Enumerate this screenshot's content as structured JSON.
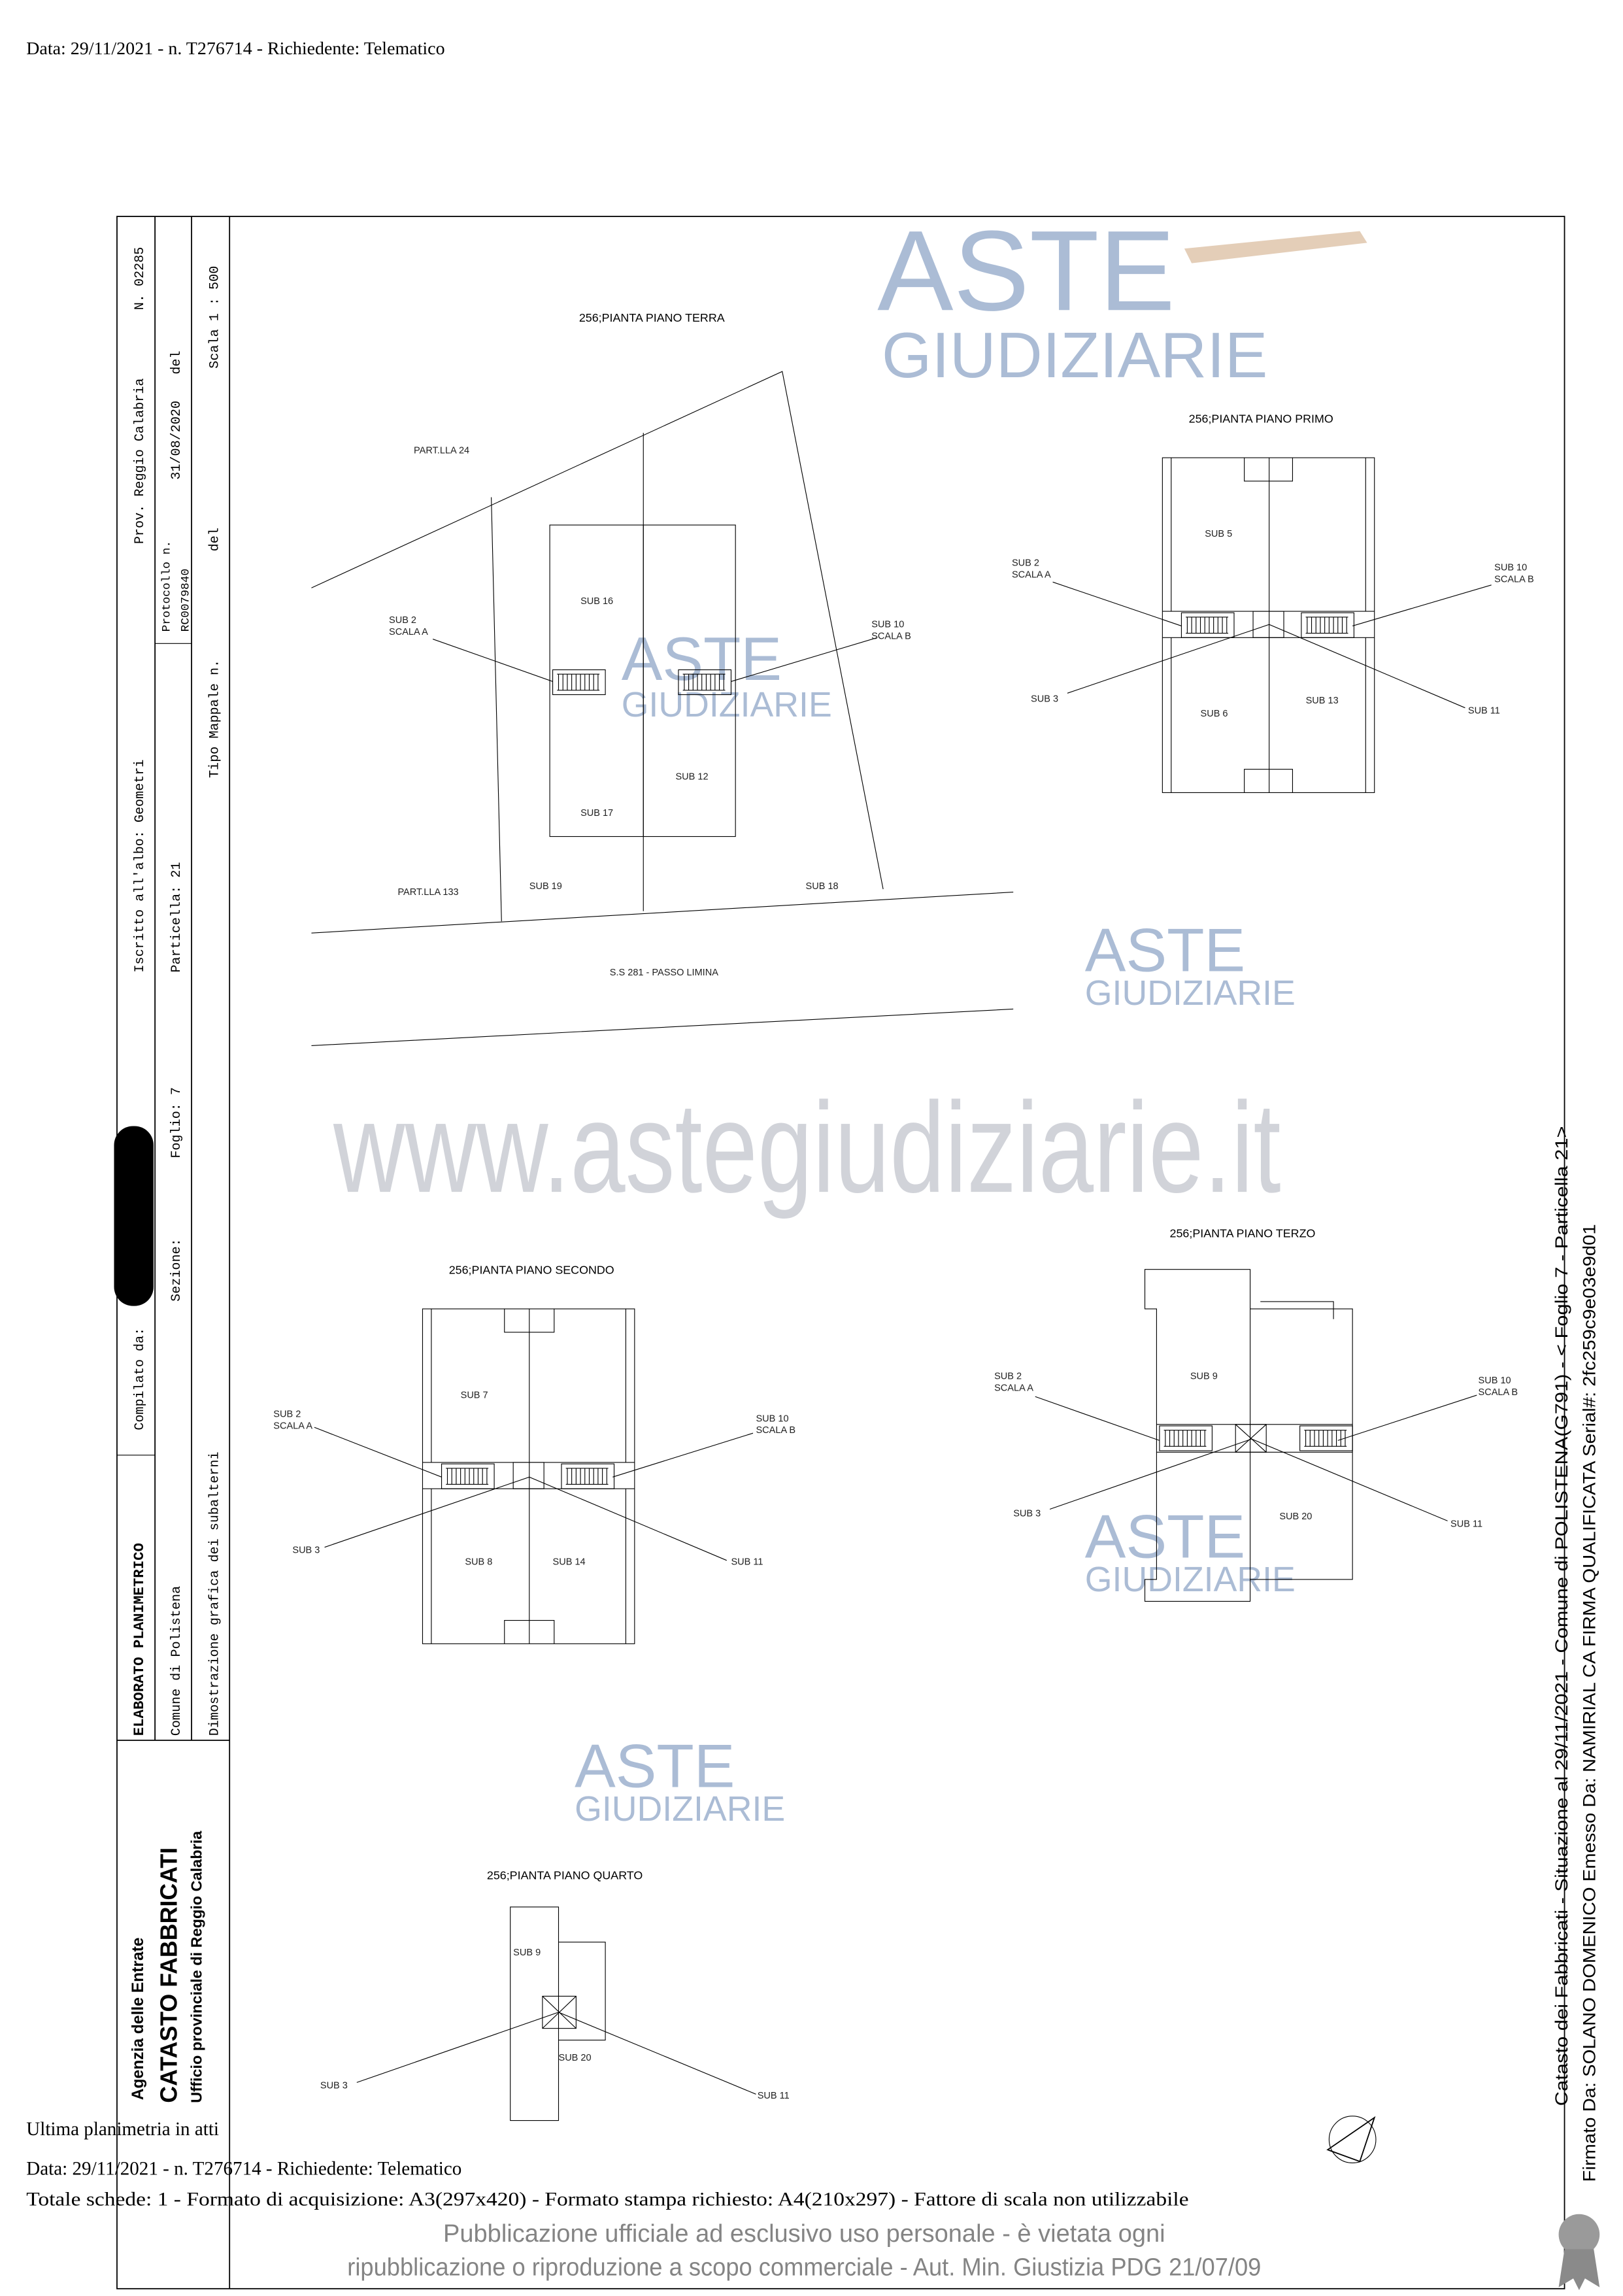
{
  "header": {
    "text": "Data: 29/11/2021 - n. T276714 - Richiedente: Telematico"
  },
  "title_block": {
    "elaborato": "ELABORATO PLANIMETRICO",
    "compilato": "Compilato da:",
    "iscritto": "Iscritto all'albo: Geometri",
    "prov": "Prov. Reggio Calabria",
    "numero": "N. 02285",
    "comune": "Comune di Polistena",
    "sezione": "Sezione:",
    "foglio": "Foglio: 7",
    "particella": "Particella: 21",
    "protocollo": "Protocollo n.",
    "protocollo_num": "RC0079840",
    "protocollo_data": "31/08/2020",
    "del1": "del",
    "dimostrazione": "Dimostrazione grafica dei subalterni",
    "tipo_mappale": "Tipo Mappale n.",
    "del2": "del",
    "scala": "Scala 1 : 500"
  },
  "agency": {
    "line1": "Agenzia delle Entrate",
    "line2": "CATASTO FABBRICATI",
    "line3": "Ufficio provinciale di  Reggio Calabria"
  },
  "plans": {
    "terra": {
      "title": "256;PIANTA PIANO TERRA",
      "labels": [
        "PART.LLA 24",
        "SUB 2",
        "SCALA A",
        "SUB 16",
        "SUB 10",
        "SCALA B",
        "SUB 12",
        "SUB 17",
        "PART.LLA 133",
        "SUB 19",
        "SUB 18",
        "S.S 281 - PASSO LIMINA"
      ]
    },
    "primo": {
      "title": "256;PIANTA PIANO PRIMO",
      "labels": [
        "SUB 5",
        "SUB 2",
        "SCALA A",
        "SUB 10",
        "SCALA B",
        "SUB 3",
        "SUB 6",
        "SUB 13",
        "SUB 11"
      ]
    },
    "secondo": {
      "title": "256;PIANTA PIANO SECONDO",
      "labels": [
        "SUB 7",
        "SUB 2",
        "SCALA A",
        "SUB 10",
        "SCALA B",
        "SUB 3",
        "SUB 8",
        "SUB 14",
        "SUB 11"
      ]
    },
    "terzo": {
      "title": "256;PIANTA PIANO TERZO",
      "labels": [
        "SUB 9",
        "SUB 2",
        "SCALA A",
        "SUB 10",
        "SCALA B",
        "SUB 3",
        "SUB 20",
        "SUB 11"
      ]
    },
    "quarto": {
      "title": "256;PIANTA PIANO QUARTO",
      "labels": [
        "SUB 9",
        "SUB 20",
        "SUB 3",
        "SUB 11"
      ]
    }
  },
  "watermark": {
    "logo_top": "ASTE",
    "logo_bottom": "GIUDIZIARIE",
    "site": "www.astegiudiziarie.it",
    "pub_line1": "Pubblicazione ufficiale ad esclusivo uso personale - è vietata ogni",
    "pub_line2": "ripubblicazione o riproduzione a scopo commerciale - Aut. Min. Giustizia PDG 21/07/09"
  },
  "side": {
    "catasto": "Catasto dei Fabbricati - Situazione al 29/11/2021 - Comune di POLISTENA(G791) - < Foglio 7 - Particella 21>",
    "firmato": "Firmato Da: SOLANO DOMENICO Emesso Da: NAMIRIAL CA FIRMA QUALIFICATA Serial#: 2fc259c9e03e9d01"
  },
  "footer": {
    "ultima": "Ultima planimetria in atti",
    "data": "Data: 29/11/2021 - n. T276714 - Richiedente: Telematico",
    "totale": "Totale schede: 1 - Formato di acquisizione: A3(297x420) - Formato stampa richiesto: A4(210x297) - Fattore di scala non utilizzabile"
  }
}
